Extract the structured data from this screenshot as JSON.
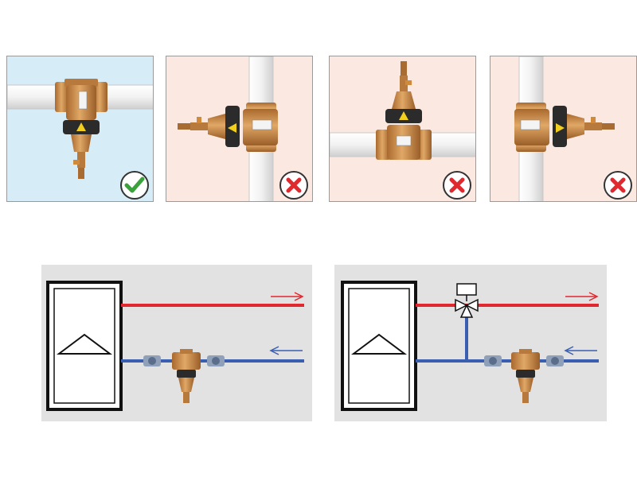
{
  "colors": {
    "correct_panel_bg": "#d6ecf7",
    "incorrect_panel_bg": "#fbe8e0",
    "scheme_bg": "#e2e2e2",
    "supply_line": "#e0282f",
    "return_line": "#3a5fb0",
    "check_mark": "#3aa23a",
    "cross_mark": "#e0282f",
    "brass": "#c78a4a"
  },
  "installations": [
    {
      "orientation": "horizontal-pipe-body-down",
      "status": "correct",
      "status_icon": "check-circle-icon"
    },
    {
      "orientation": "vertical-pipe-body-left",
      "status": "incorrect",
      "status_icon": "cross-circle-icon"
    },
    {
      "orientation": "horizontal-pipe-body-up",
      "status": "incorrect",
      "status_icon": "cross-circle-icon"
    },
    {
      "orientation": "vertical-pipe-body-right",
      "status": "incorrect",
      "status_icon": "cross-circle-icon"
    }
  ],
  "schemes": [
    {
      "variant": "direct",
      "has_mixing_valve": false,
      "supply_arrow": "arrow-right-icon",
      "return_arrow": "arrow-left-icon"
    },
    {
      "variant": "with-three-way-valve",
      "has_mixing_valve": true,
      "supply_arrow": "arrow-right-icon",
      "return_arrow": "arrow-left-icon"
    }
  ]
}
